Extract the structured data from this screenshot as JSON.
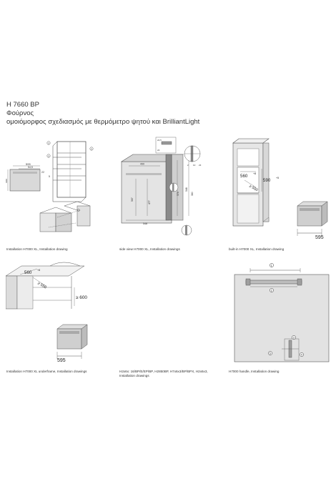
{
  "header": {
    "model": "H 7660 BP",
    "category": "Φούρνος",
    "description": "ομοιόμορφος σχεδιασμός με θερμόμετρο ψητού και BrilliantLight"
  },
  "drawings": {
    "d1": {
      "caption": "Installation H7000 XL, Installation drawing",
      "dims": [
        "595",
        "54,5",
        "22",
        "580",
        "3",
        "3",
        "3",
        "5"
      ]
    },
    "d2": {
      "caption": "side view H7000 XL, Installation drawings",
      "dims": [
        "490",
        "567",
        "24,5",
        "22",
        "477",
        "574",
        "548",
        "380",
        "548",
        "2",
        "10",
        "23"
      ]
    },
    "d3": {
      "caption": "built-in H7000 XL, Installation drawing",
      "dims": [
        "560",
        "+8",
        "590",
        "+5",
        "≥ 550",
        "595"
      ]
    },
    "d4": {
      "caption": "Installation H7000 XL underframe, Installation drawings",
      "dims": [
        "560",
        "+8",
        "≥ 550",
        "≥ 600",
        "595"
      ]
    },
    "d5": {
      "caption": "H2x6x: 16/BP/E/EP/BP, H2850BP, H7x6x3/BP/BPX, H2x6x3, Installation drawings"
    },
    "d6": {
      "caption": "H7000 handle, Installation drawing",
      "callouts": [
        "1",
        "2",
        "3",
        "4",
        "5"
      ]
    }
  }
}
